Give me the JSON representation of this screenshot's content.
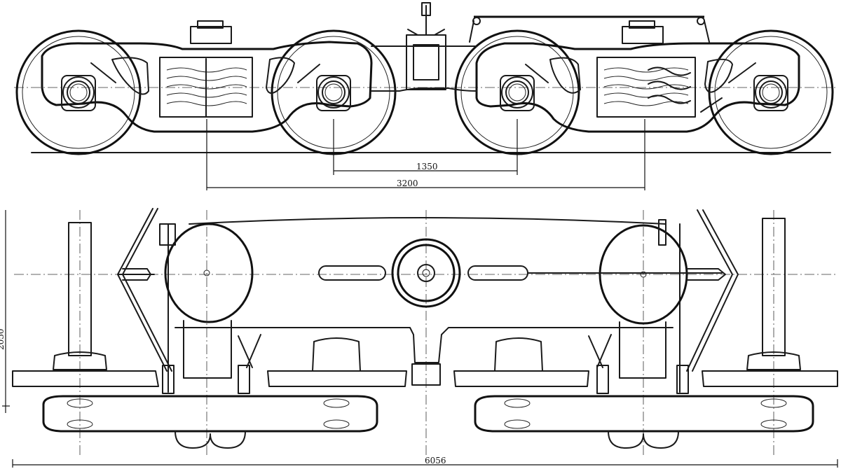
{
  "colors": {
    "ink": "#1a1a1a",
    "paper": "#ffffff"
  },
  "dimensions": {
    "axle_offset": "1350",
    "bogie_wheelbase": "3200",
    "total_length": "6056",
    "vertical_dim": "2050"
  }
}
